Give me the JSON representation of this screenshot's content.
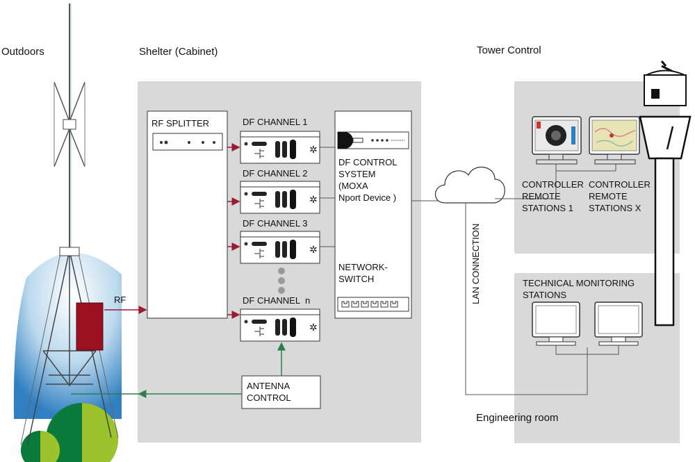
{
  "sections": {
    "outdoors": "Outdoors",
    "shelter": "Shelter (Cabinet)",
    "tower_control": "Tower Control",
    "engineering_room": "Engineering room"
  },
  "blocks": {
    "rf_splitter": "RF SPLITTER",
    "df_channel_1": "DF CHANNEL 1",
    "df_channel_2": "DF CHANNEL 2",
    "df_channel_3": "DF CHANNEL 3",
    "df_channel_n": "DF CHANNEL",
    "df_channel_n_suffix": "n",
    "df_control": [
      "DF CONTROL",
      "SYSTEM",
      "(MOXA",
      "Nport Device      )"
    ],
    "network_switch": [
      "NETWORK-",
      "SWITCH"
    ],
    "antenna_control": [
      "ANTENNA",
      "CONTROL"
    ],
    "controller_1": [
      "CONTROLLER",
      "REMOTE",
      "STATIONS 1"
    ],
    "controller_x": [
      "CONTROLLER",
      "REMOTE",
      "STATIONS X"
    ],
    "technical_monitoring": [
      "TECHNICAL MONITORING",
      "STATIONS"
    ]
  },
  "links": {
    "rf": "RF",
    "lan": "LAN CONNECTION"
  },
  "colors": {
    "shelter_bg": "#d9d9d9",
    "rf_arrow": "#9b1b30",
    "control_arrow": "#2e7d4f",
    "rf_box": "#9b1020",
    "sky": "#2f7fc1",
    "tree_dark": "#0a7a3a",
    "tree_light": "#9cc22c"
  }
}
